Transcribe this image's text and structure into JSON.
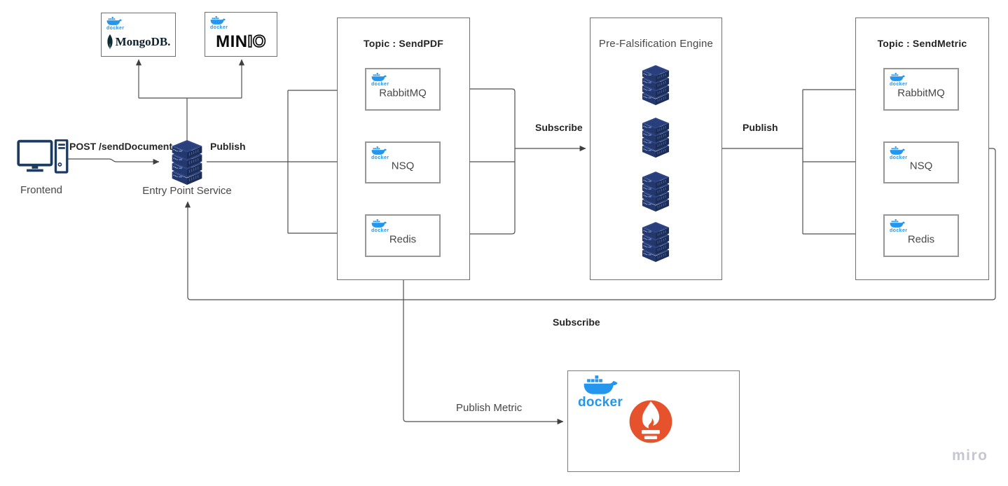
{
  "watermark": "miro",
  "shared": {
    "docker_label": "docker"
  },
  "colors": {
    "docker_blue": "#2496ED",
    "prometheus_orange": "#E6522C",
    "server_navy": "#2e4687",
    "connector_gray": "#4f4f4f"
  },
  "nodes": {
    "mongodb": {
      "name": "MongoDB."
    },
    "minio": {
      "wordmark_solid": "MIN",
      "wordmark_outline": "IO"
    },
    "frontend": {
      "label": "Frontend"
    },
    "entry_point": {
      "label": "Entry Point Service"
    },
    "topic_sendpdf": {
      "title": "Topic : SendPDF",
      "items": [
        {
          "label": "RabbitMQ"
        },
        {
          "label": "NSQ"
        },
        {
          "label": "Redis"
        }
      ]
    },
    "engine": {
      "title": "Pre-Falsification Engine",
      "server_count": 4
    },
    "topic_sendmetric": {
      "title": "Topic : SendMetric",
      "items": [
        {
          "label": "RabbitMQ"
        },
        {
          "label": "NSQ"
        },
        {
          "label": "Redis"
        }
      ]
    }
  },
  "edges": {
    "post_send_document": {
      "label": "POST /sendDocument"
    },
    "publish_left": {
      "label": "Publish"
    },
    "subscribe_in": {
      "label": "Subscribe"
    },
    "publish_right": {
      "label": "Publish"
    },
    "subscribe_return": {
      "label": "Subscribe"
    },
    "publish_metric": {
      "label": "Publish Metric"
    }
  }
}
